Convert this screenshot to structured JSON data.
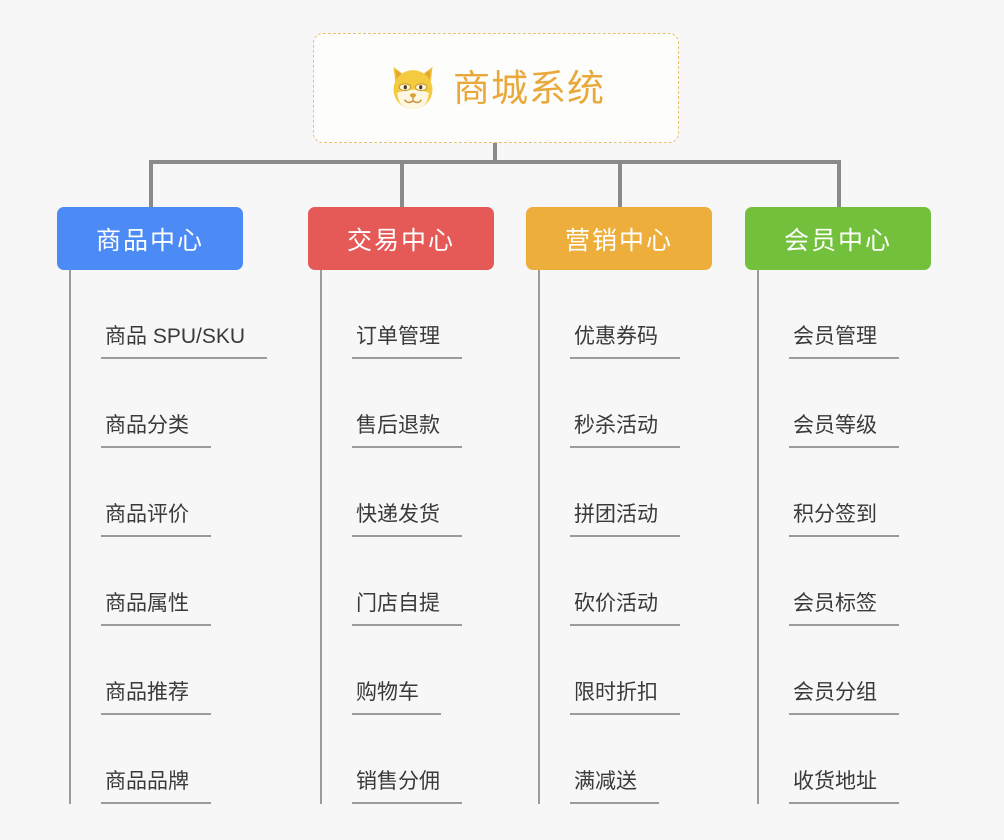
{
  "root": {
    "title": "商城系统",
    "icon": "shiba-dog-icon",
    "title_color": "#e8a93a",
    "border_color": "#e9bf72",
    "border_style": "dashed"
  },
  "connector_color": "#8a8a8a",
  "columns": [
    {
      "label": "商品中心",
      "color": "#4c8bf5",
      "items": [
        "商品 SPU/SKU",
        "商品分类",
        "商品评价",
        "商品属性",
        "商品推荐",
        "商品品牌"
      ]
    },
    {
      "label": "交易中心",
      "color": "#e55a57",
      "items": [
        "订单管理",
        "售后退款",
        "快递发货",
        "门店自提",
        "购物车",
        "销售分佣"
      ]
    },
    {
      "label": "营销中心",
      "color": "#edae3c",
      "items": [
        "优惠券码",
        "秒杀活动",
        "拼团活动",
        "砍价活动",
        "限时折扣",
        "满减送"
      ]
    },
    {
      "label": "会员中心",
      "color": "#72c03c",
      "items": [
        "会员管理",
        "会员等级",
        "积分签到",
        "会员标签",
        "会员分组",
        "收货地址"
      ]
    }
  ]
}
